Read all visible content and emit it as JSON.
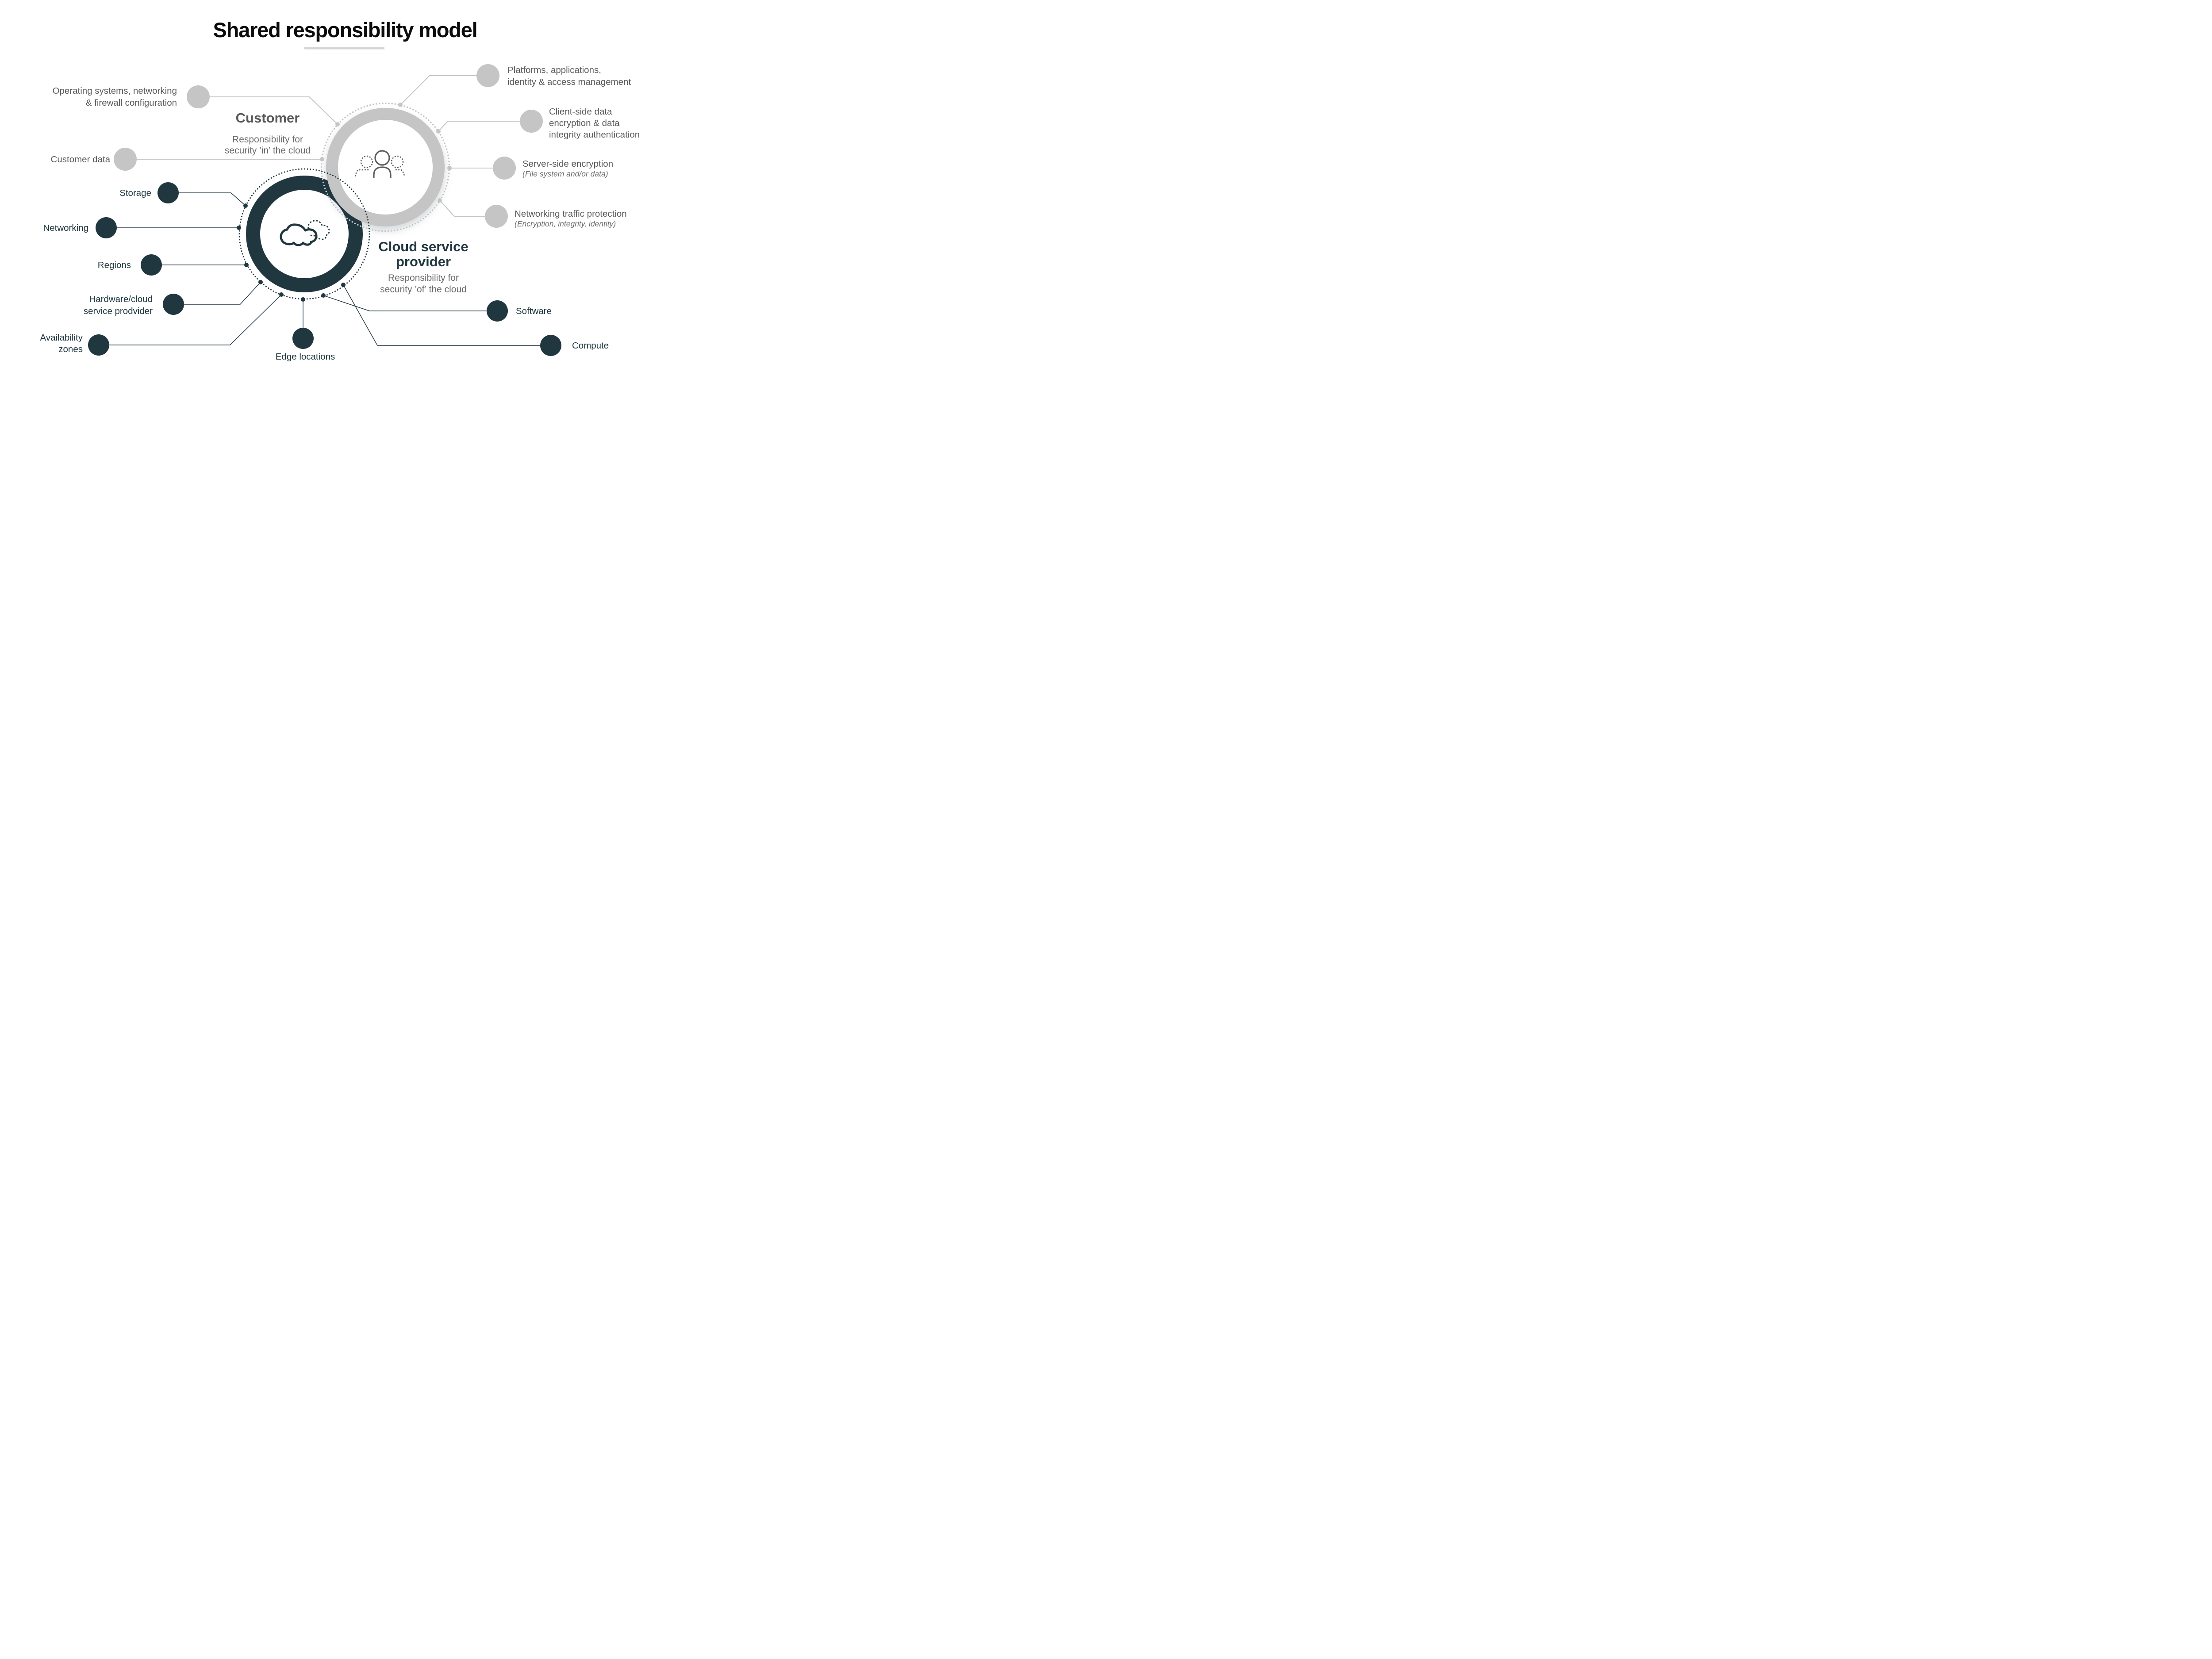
{
  "title": "Shared responsibility model",
  "customer": {
    "heading": "Customer",
    "sub_line1": "Responsibility for",
    "sub_line2": "security ’in’ the cloud"
  },
  "provider": {
    "heading_line1": "Cloud service",
    "heading_line2": "provider",
    "sub_line1": "Responsibility for",
    "sub_line2": "security ’of’ the cloud"
  },
  "customer_items": {
    "operating_line1": "Operating systems, networking",
    "operating_line2": "& firewall configuration",
    "customer_data": "Customer data",
    "platforms_line1": "Platforms, applications,",
    "platforms_line2": "identity & access management",
    "client_line1": "Client-side data",
    "client_line2": "encryption & data",
    "client_line3": "integrity authentication",
    "server_line1": "Server-side encryption",
    "server_note": "(File system and/or data)",
    "traffic_line1": "Networking traffic protection",
    "traffic_note": "(Encryption, integrity, identity)"
  },
  "provider_items": {
    "storage": "Storage",
    "networking": "Networking",
    "regions": "Regions",
    "hardware_line1": "Hardware/cloud",
    "hardware_line2": "service prodvider",
    "availability_line1": "Availability",
    "availability_line2": "zones",
    "edge": "Edge locations",
    "software": "Software",
    "compute": "Compute"
  },
  "icons": {
    "customer": "people-icon",
    "provider": "cloud-icon"
  },
  "colors": {
    "dark": "#203740",
    "gray": "#c5c5c6",
    "text_gray": "#58595b",
    "subtitle_gray": "#6a6b6d",
    "line_gray": "#c4c5c6",
    "divider": "#d4d4d5",
    "title": "#0c0c0d"
  }
}
